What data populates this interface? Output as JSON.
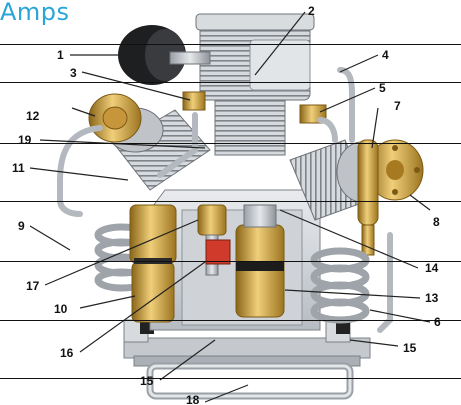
{
  "header": {
    "title": "Amps"
  },
  "palette": {
    "accent": "#2aa5d8",
    "metal": "#c9ccd1",
    "metal_dark": "#8e9399",
    "brass": "#d4a545",
    "brass_dark": "#a77a22",
    "pipe": "#b9bec4",
    "rubber": "#222222",
    "red": "#d03a2a"
  },
  "callouts": [
    {
      "id": "c1",
      "label": "1"
    },
    {
      "id": "c2",
      "label": "2"
    },
    {
      "id": "c3",
      "label": "3"
    },
    {
      "id": "c4",
      "label": "4"
    },
    {
      "id": "c5",
      "label": "5"
    },
    {
      "id": "c6",
      "label": "6"
    },
    {
      "id": "c7",
      "label": "7"
    },
    {
      "id": "c8",
      "label": "8"
    },
    {
      "id": "c9",
      "label": "9"
    },
    {
      "id": "c10",
      "label": "10"
    },
    {
      "id": "c11",
      "label": "11"
    },
    {
      "id": "c12",
      "label": "12"
    },
    {
      "id": "c13",
      "label": "13"
    },
    {
      "id": "c14",
      "label": "14"
    },
    {
      "id": "c15a",
      "label": "15"
    },
    {
      "id": "c15b",
      "label": "15"
    },
    {
      "id": "c16",
      "label": "16"
    },
    {
      "id": "c17",
      "label": "17"
    },
    {
      "id": "c18",
      "label": "18"
    },
    {
      "id": "c19",
      "label": "19"
    }
  ]
}
